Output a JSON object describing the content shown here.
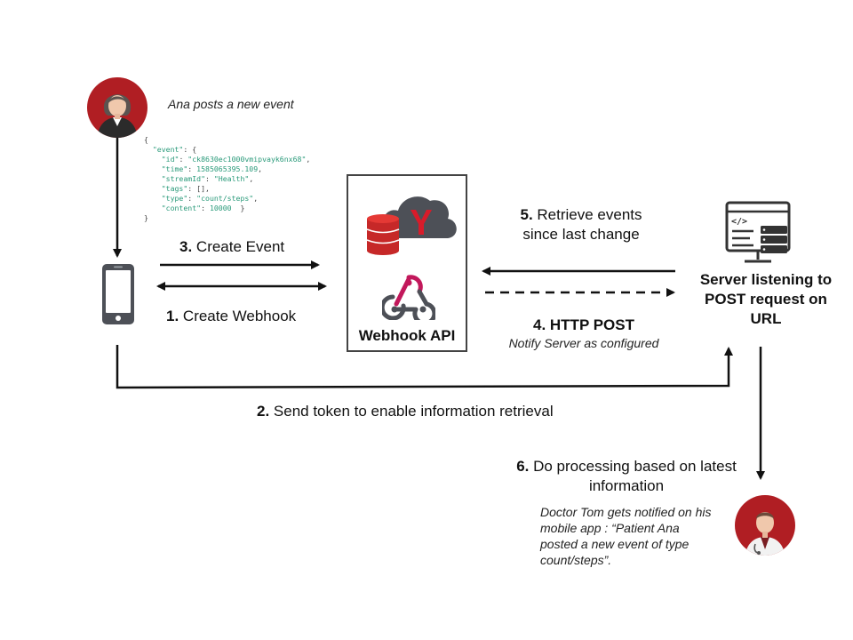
{
  "ana": {
    "caption": "Ana posts a new event"
  },
  "event_json": {
    "open": "{",
    "event_key": "\"event\"",
    "event_brace": ": {",
    "lines": [
      {
        "key": "\"id\"",
        "sep": ": ",
        "val": "\"ck8630ec1000vmipvayk6nx68\"",
        "tail": ","
      },
      {
        "key": "\"time\"",
        "sep": ": ",
        "val": "1585065395.109",
        "tail": ","
      },
      {
        "key": "\"streamId\"",
        "sep": ": ",
        "val": "\"Health\"",
        "tail": ","
      },
      {
        "key": "\"tags\"",
        "sep": ": ",
        "val": "[]",
        "tail": ","
      },
      {
        "key": "\"type\"",
        "sep": ": ",
        "val": "\"count/steps\"",
        "tail": ","
      },
      {
        "key": "\"content\"",
        "sep": ": ",
        "val": "10000",
        "tail": "  }"
      }
    ],
    "close": "}"
  },
  "steps": {
    "s1_num": "1.",
    "s1_text": " Create Webhook",
    "s2_num": "2.",
    "s2_text": " Send token to enable information retrieval",
    "s3_num": "3.",
    "s3_text": " Create Event",
    "s4_title": "4. HTTP POST",
    "s4_sub": "Notify Server as configured",
    "s5_num": "5.",
    "s5_line1": " Retrieve events",
    "s5_line2": "since last change",
    "s6_num": "6.",
    "s6_line1": " Do processing based on latest",
    "s6_line2": "information"
  },
  "api": {
    "label": "Webhook API"
  },
  "server": {
    "line1": "Server listening to",
    "line2": "POST request on",
    "line3": "URL"
  },
  "doctor": {
    "line1": "Doctor Tom gets notified on his",
    "line2": "mobile app : “Patient Ana",
    "line3": "posted a new event of type",
    "line4": "count/steps”."
  },
  "colors": {
    "avatar_red": "#b01e23",
    "cloud_gray": "#4d5057",
    "db_red": "#c62828",
    "accent_red": "#d81b2a"
  },
  "icons": [
    "ana-avatar-icon",
    "smartphone-icon",
    "cloud-database-icon",
    "webhook-icon",
    "server-icon",
    "doctor-avatar-icon"
  ]
}
